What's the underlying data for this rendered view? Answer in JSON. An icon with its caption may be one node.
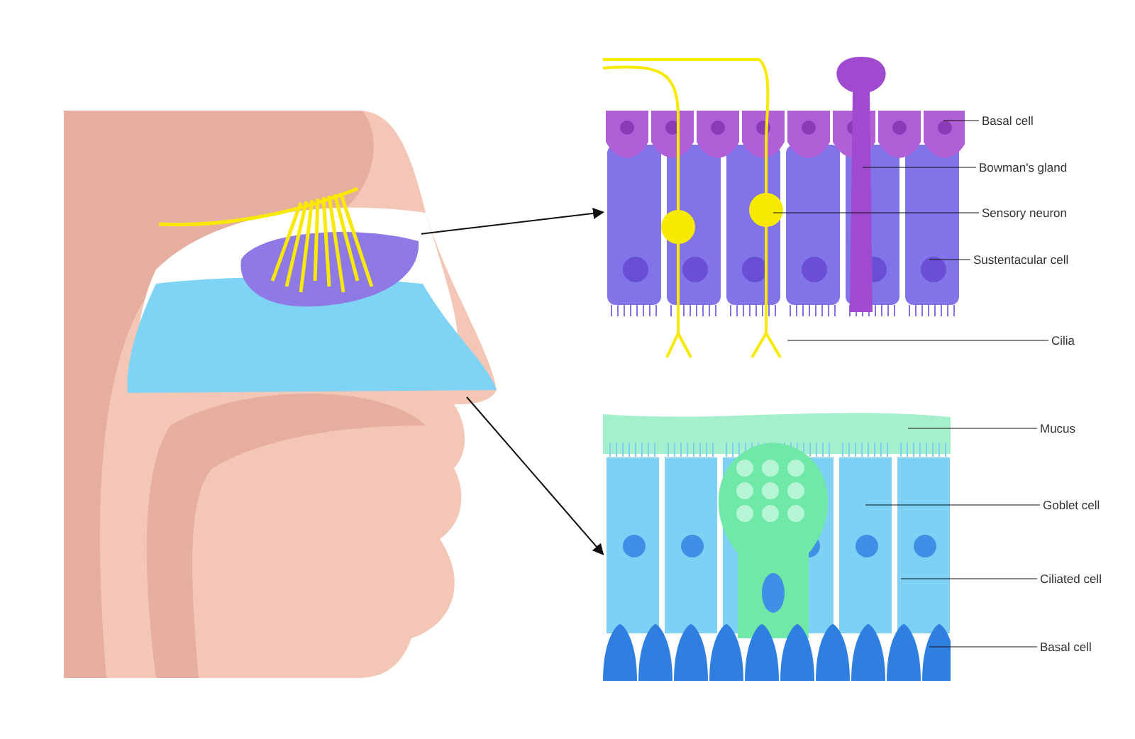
{
  "diagram": {
    "nodes": [
      {
        "text": [],
        "shape": "picture"
      },
      {
        "text": [],
        "shape": "picture"
      },
      {
        "text": [],
        "shape": "picture"
      },
      {
        "text": [],
        "shape": "picture"
      },
      {
        "text": [
          "Basal cell"
        ]
      },
      {
        "text": [
          "Bowman's gland"
        ]
      },
      {
        "text": [
          "Sensory neuron"
        ]
      },
      {
        "text": [
          "Sustentacular cell"
        ]
      },
      {
        "text": [
          "Cilia"
        ]
      },
      {
        "text": [
          "Mucus"
        ]
      },
      {
        "text": [
          "Goblet cell"
        ]
      },
      {
        "text": [
          "Ciliated cell"
        ]
      },
      {
        "text": [
          "Basal cell"
        ]
      }
    ],
    "edges": [
      {
        "from": 0,
        "to": 2,
        "arrow": "to"
      },
      {
        "from": 1,
        "to": 3,
        "arrow": "to"
      },
      {
        "from": 4,
        "to": 2,
        "arrow": "none"
      },
      {
        "from": 5,
        "to": 2,
        "arrow": "none"
      },
      {
        "from": 6,
        "to": 2,
        "arrow": "none"
      },
      {
        "from": 7,
        "to": 2,
        "arrow": "none"
      },
      {
        "from": 8,
        "to": 2,
        "arrow": "none"
      },
      {
        "from": 9,
        "to": 3,
        "arrow": "none"
      },
      {
        "from": 10,
        "to": 3,
        "arrow": "none"
      },
      {
        "from": 11,
        "to": 3,
        "arrow": "none"
      },
      {
        "from": 12,
        "to": 3,
        "arrow": "none"
      }
    ]
  }
}
